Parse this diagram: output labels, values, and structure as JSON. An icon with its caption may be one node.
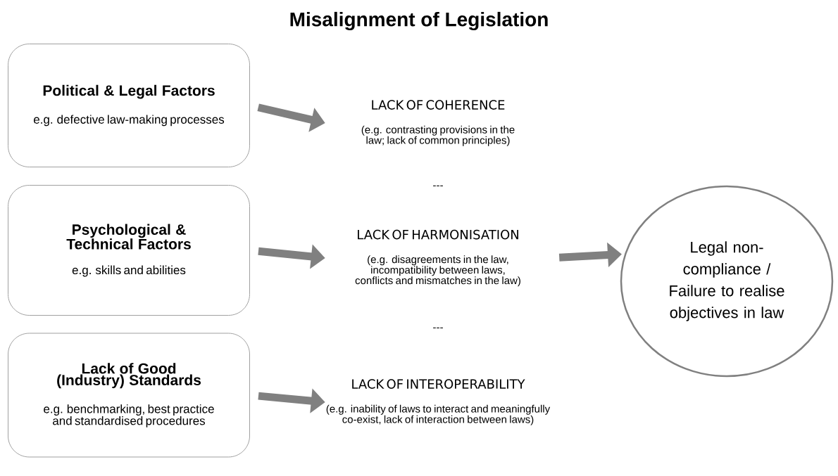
{
  "diagram": {
    "title": "Misalignment of Legislation",
    "nodes": [
      {
        "text": [
          "Political & Legal Factors",
          "e.g. defective law-making processes"
        ]
      },
      {
        "text": [
          "Psychological & Technical Factors",
          "e.g. skills and abilities"
        ]
      },
      {
        "text": [
          "Lack of Good (Industry) Standards",
          "e.g. benchmarking, best practice and standardised procedures"
        ]
      },
      {
        "text": [
          "LACK OF COHERENCE",
          "(e.g. contrasting provisions in the law; lack of common principles)"
        ]
      },
      {
        "text": [
          "LACK OF HARMONISATION",
          "(e.g. disagreements in the law, incompatibility between laws, conflicts and mismatches in the law)"
        ]
      },
      {
        "text": [
          "LACK OF INTEROPERABILITY",
          "(e.g. inability of laws to interact and meaningfully co-exist, lack of interaction between laws)"
        ]
      },
      {
        "text": [
          "Legal non-compliance / Failure to realise objectives in law"
        ]
      }
    ],
    "edges": [
      {
        "from": 0,
        "to": 3,
        "arrow": "to"
      },
      {
        "from": 1,
        "to": 4,
        "arrow": "to"
      },
      {
        "from": 2,
        "to": 5,
        "arrow": "to"
      },
      {
        "from": 4,
        "to": 6,
        "arrow": "to"
      }
    ],
    "labels": [
      "---",
      "---"
    ]
  }
}
